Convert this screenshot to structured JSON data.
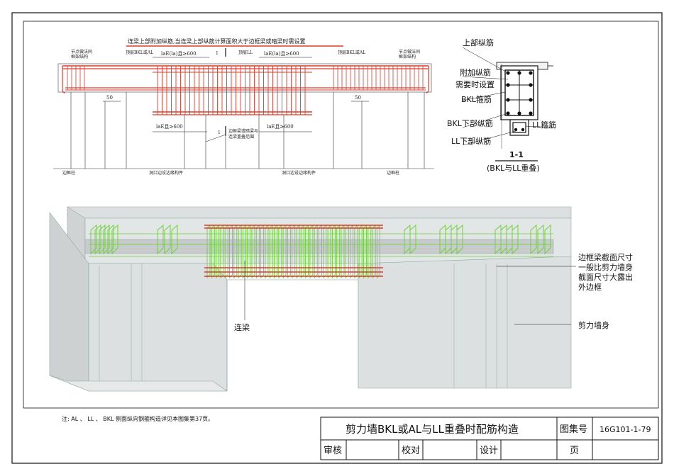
{
  "elevation": {
    "top_note": "连梁上部附加纵筋,当连梁上部纵筋计算面积大于边框梁或暗梁时需设置",
    "node_left": [
      "节点做法同",
      "框架结构"
    ],
    "node_right": [
      "节点做法同",
      "框架结构"
    ],
    "top_bkl_left": "顶层BKL或AL",
    "top_bkl_right": "顶层BKL或AL",
    "top_ll": "顶层LL",
    "anchor_top_left": "laE(la)且≥600",
    "anchor_top_right": "laE(la)且≥600",
    "anchor_bot_left": "laE且≥600",
    "anchor_bot_right": "laE且≥600",
    "dim_50_left": "50",
    "dim_50_right": "50",
    "mark_1_top": "1",
    "mark_1_bot": "1",
    "overlap_note": [
      "边框梁或暗梁与",
      "连梁重叠范围"
    ],
    "col_left": "边框柱",
    "col_right": "边框柱",
    "opening_left": "洞口边设边缘构件",
    "opening_right": "洞口边设边缘构件"
  },
  "section": {
    "top_bars": "上部纵筋",
    "extra_bars_1": "附加纵筋",
    "extra_bars_2": "需要时设置",
    "bkl_stirrup": "BKL箍筋",
    "bkl_bottom": "BKL下部纵筋",
    "ll_stirrup": "LL箍筋",
    "ll_bottom": "LL下部纵筋",
    "title": "1-1",
    "subtitle": "(BKL与LL重叠)"
  },
  "model3d": {
    "note_lines": [
      "边框梁截面尺寸",
      "一般比剪力墙身",
      "截面尺寸大露出",
      "外边框"
    ],
    "wall_label": "剪力墙身",
    "coupling_beam_label": "连梁"
  },
  "footnote": "注: AL 、 LL 、 BKL 侧面纵向钢箍构造详见本图集第37页。",
  "title_block": {
    "title": "剪力墙BKL或AL与LL重叠时配筋构造",
    "atlas_label": "图集号",
    "atlas_no": "16G101-1-79",
    "review": "审核",
    "check": "校对",
    "design": "设计",
    "page": "页"
  },
  "colors": {
    "rebar_red": "#e03a2a",
    "stirrup_green": "#6fd13a",
    "concrete": "#d9dcdd",
    "line": "#111111"
  }
}
